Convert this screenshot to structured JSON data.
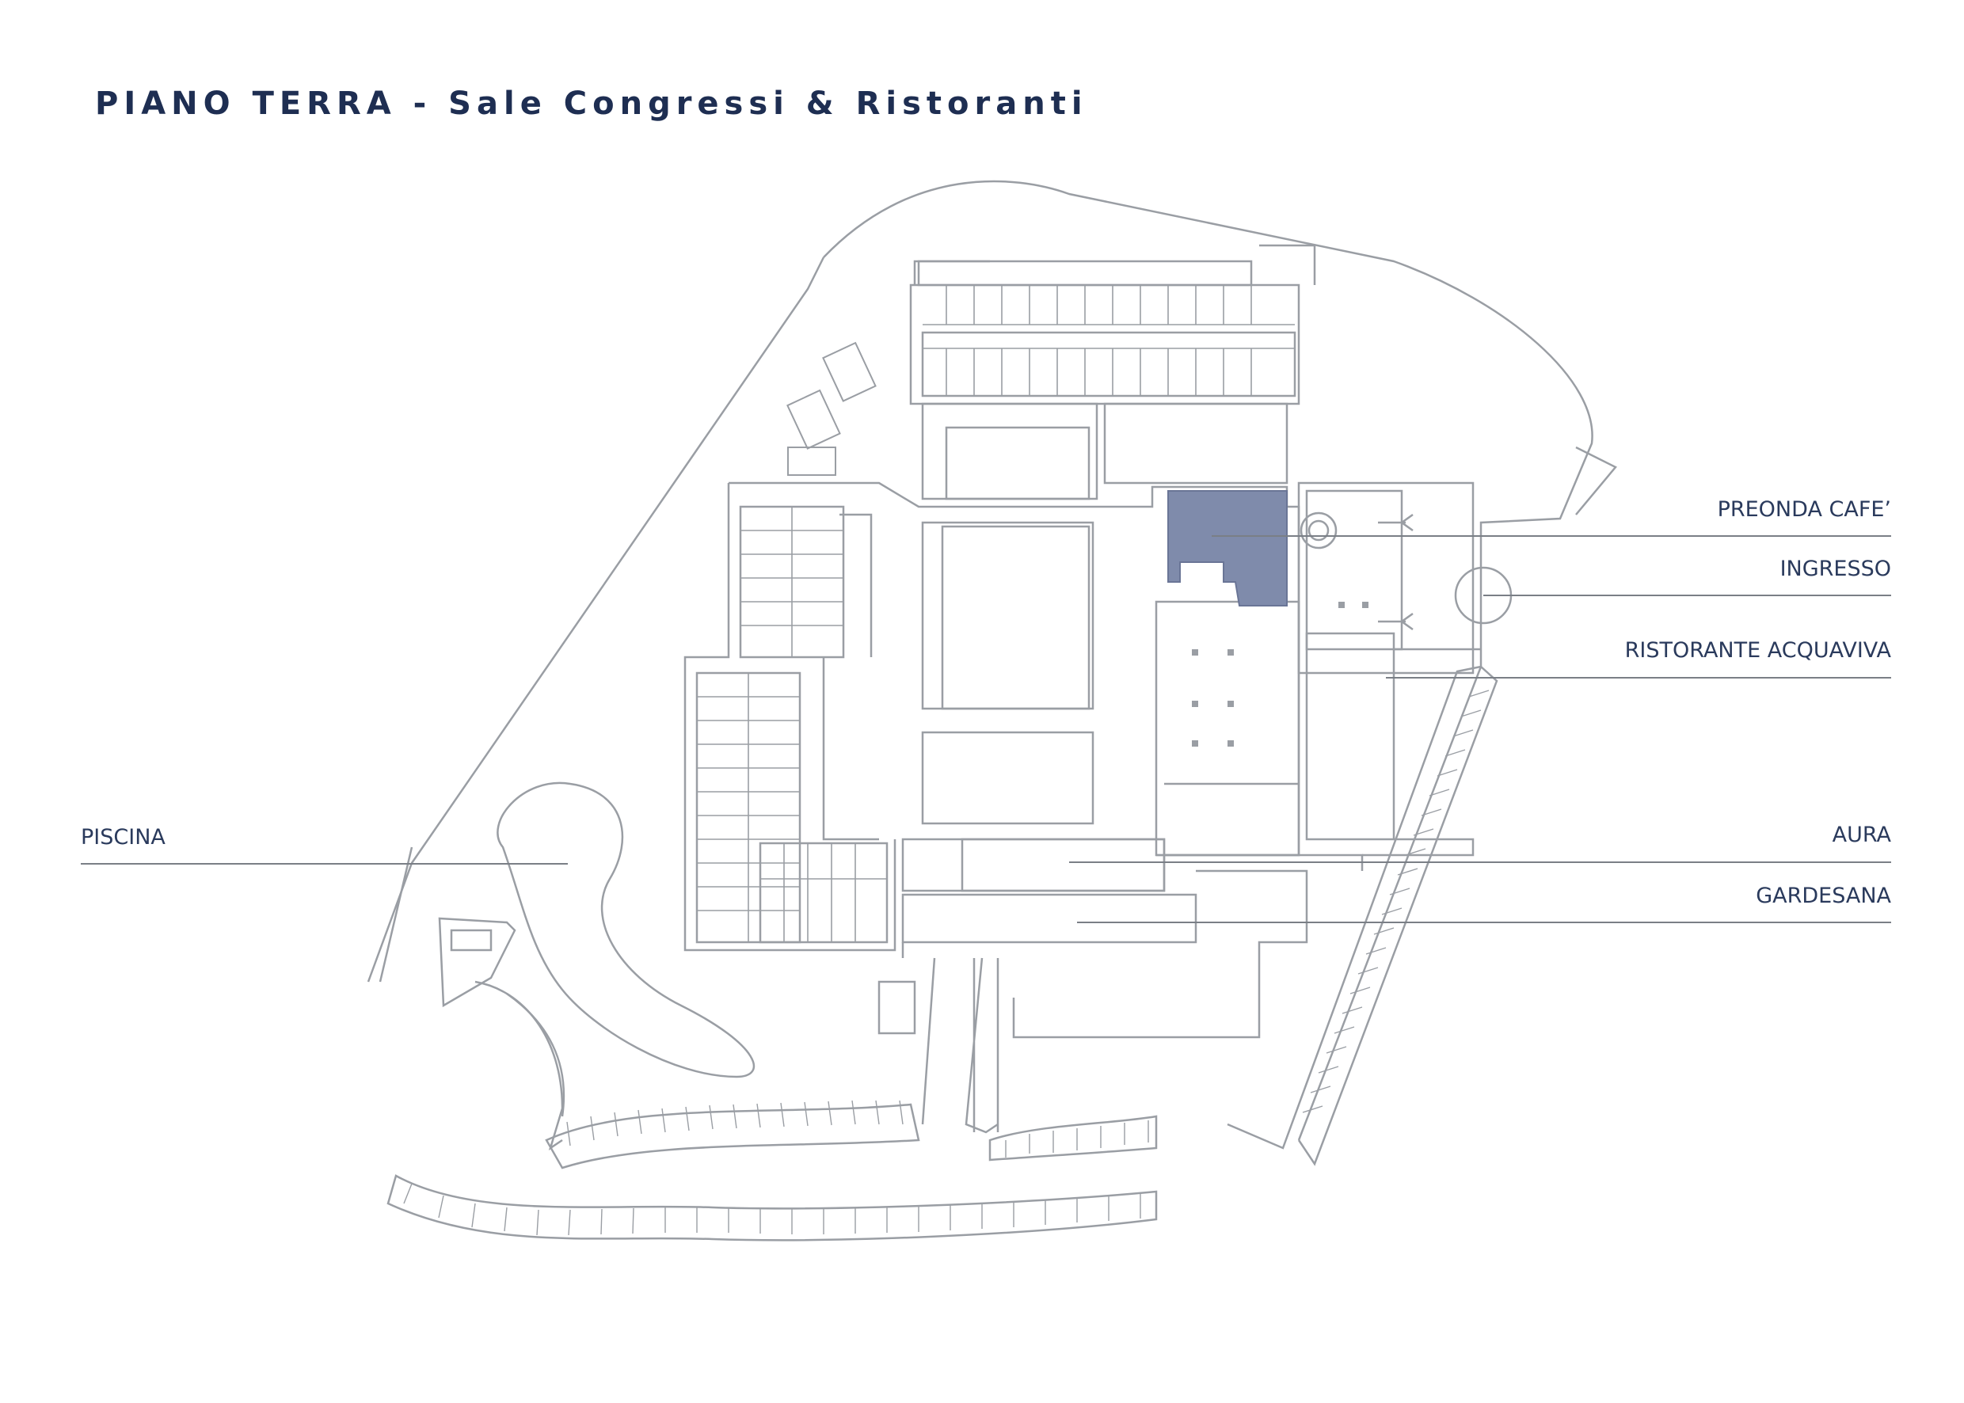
{
  "page_title": "PIANO TERRA - Sale Congressi & Ristoranti",
  "labels": {
    "preonda_cafe": "PREONDA CAFE’",
    "ingresso": "INGRESSO",
    "ristorante_acquaviva": "RISTORANTE ACQUAVIVA",
    "piscina": "PISCINA",
    "aura": "AURA",
    "gardesana": "GARDESANA"
  },
  "colors": {
    "title": "#1e2e52",
    "label_text": "#2a3a5c",
    "plan_lines": "#9a9ea4",
    "highlight_room": "#7f8bab"
  }
}
